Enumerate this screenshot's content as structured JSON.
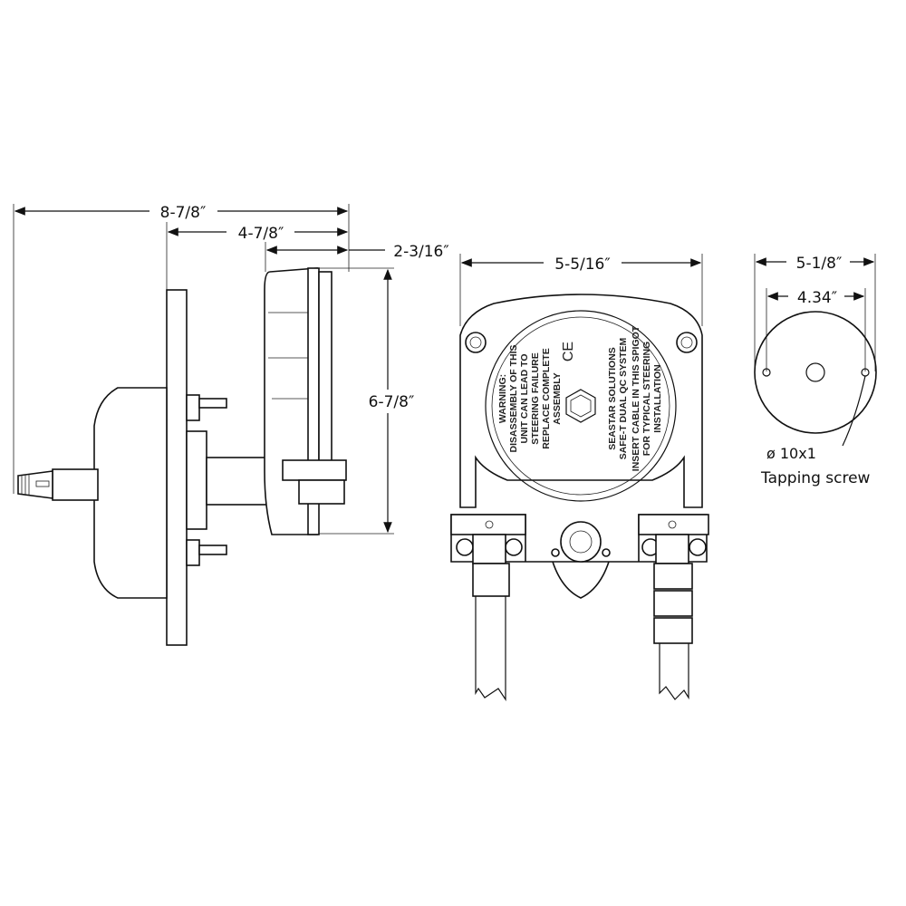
{
  "dimensions": {
    "side_overall_length": "8-7/8″",
    "side_panel_to_back": "4-7/8″",
    "side_housing_depth": "2-3/16″",
    "side_height": "6-7/8″",
    "front_width": "5-5/16″",
    "cutout_outer_diameter": "5-1/8″",
    "cutout_hole_spacing": "4.34″"
  },
  "screw_note": {
    "size": "ø 10x1",
    "label": "Tapping screw"
  },
  "housing_label": {
    "warning": [
      "WARNING:",
      "DISASSEMBLY OF THIS",
      "UNIT CAN LEAD TO",
      "STEERING FAILURE",
      "REPLACE COMPLETE",
      "ASSEMBLY"
    ],
    "brand": [
      "SEASTAR SOLUTIONS",
      "SAFE-T DUAL QC SYSTEM"
    ],
    "instruction": [
      "INSERT CABLE IN THIS SPIGOT",
      "FOR TYPICAL STEERING",
      "INSTALLATION"
    ],
    "ce_mark": "CE"
  }
}
